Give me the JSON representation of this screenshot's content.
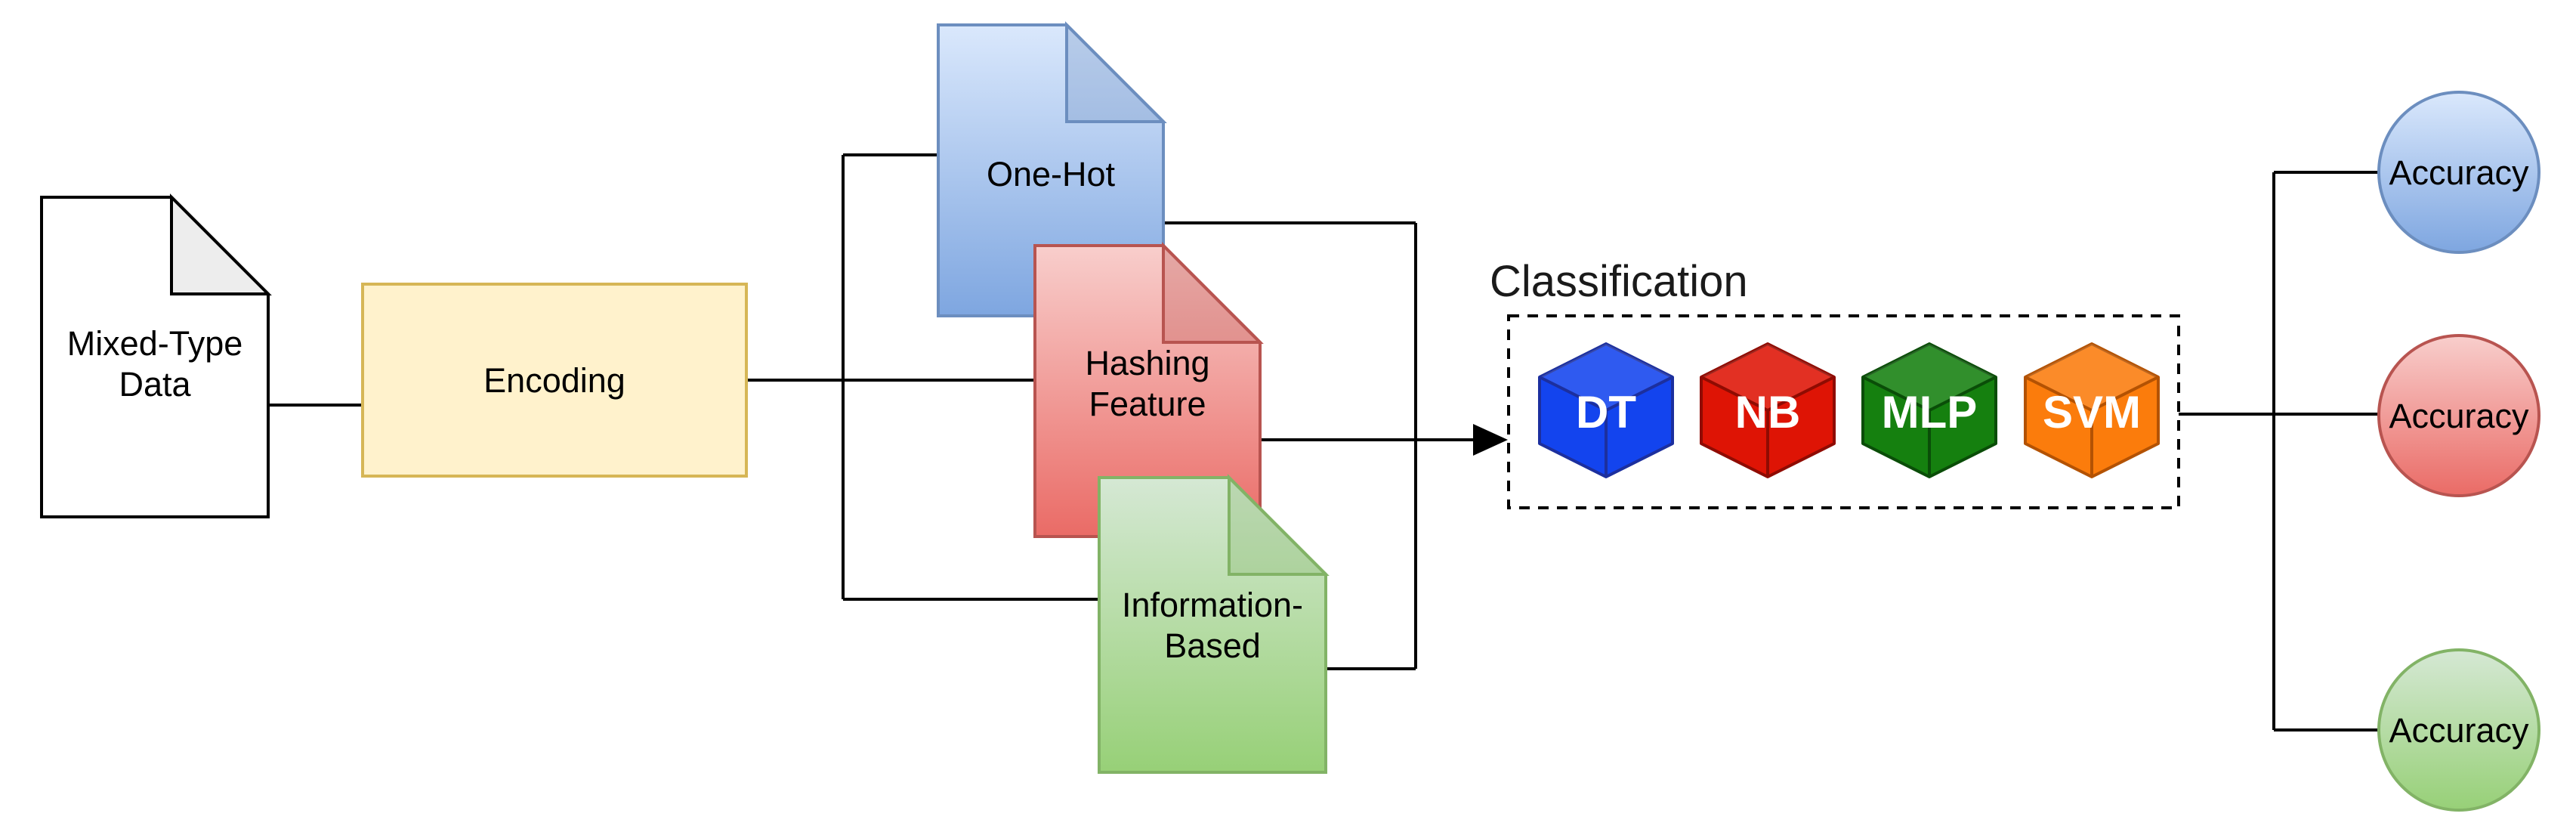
{
  "colors": {
    "background": "#ffffff",
    "connector": "#000000",
    "text": "#000000",
    "classification_label_text": "#1a1a1a",
    "white_doc_fill": "#ffffff",
    "white_doc_fold": "#ededed",
    "white_doc_border": "#000000",
    "encoding_fill": "#fff2cc",
    "encoding_border": "#d6b656",
    "blue_grad_top": "#dae8fc",
    "blue_grad_bottom": "#7ea6e0",
    "blue_border": "#6c8ebf",
    "red_grad_top": "#f8cecc",
    "red_grad_bottom": "#ea6b66",
    "red_border": "#b85450",
    "green_grad_top": "#d5e8d4",
    "green_grad_bottom": "#97d077",
    "green_border": "#82b366",
    "cube_label_text": "#ffffff",
    "cubes": {
      "dt_fill": "#1344ee",
      "dt_edge": "#1c2f9e",
      "nb_fill": "#de1405",
      "nb_edge": "#8f0b02",
      "mlp_fill": "#15800f",
      "mlp_edge": "#0a4d08",
      "svm_fill": "#fb7c0c",
      "svm_edge": "#b35203"
    }
  },
  "nodes": {
    "mixed_type_doc": {
      "line1": "Mixed-Type",
      "line2": "Data"
    },
    "encoding_box": {
      "label": "Encoding"
    },
    "one_hot_doc": {
      "label": "One-Hot"
    },
    "hashing_doc": {
      "line1": "Hashing",
      "line2": "Feature"
    },
    "information_doc": {
      "line1": "Information-",
      "line2": "Based"
    },
    "classification": {
      "label": "Classification",
      "classifiers": [
        {
          "label": "DT"
        },
        {
          "label": "NB"
        },
        {
          "label": "MLP"
        },
        {
          "label": "SVM"
        }
      ]
    },
    "outputs": [
      {
        "label": "Accuracy"
      },
      {
        "label": "Accuracy"
      },
      {
        "label": "Accuracy"
      }
    ]
  }
}
